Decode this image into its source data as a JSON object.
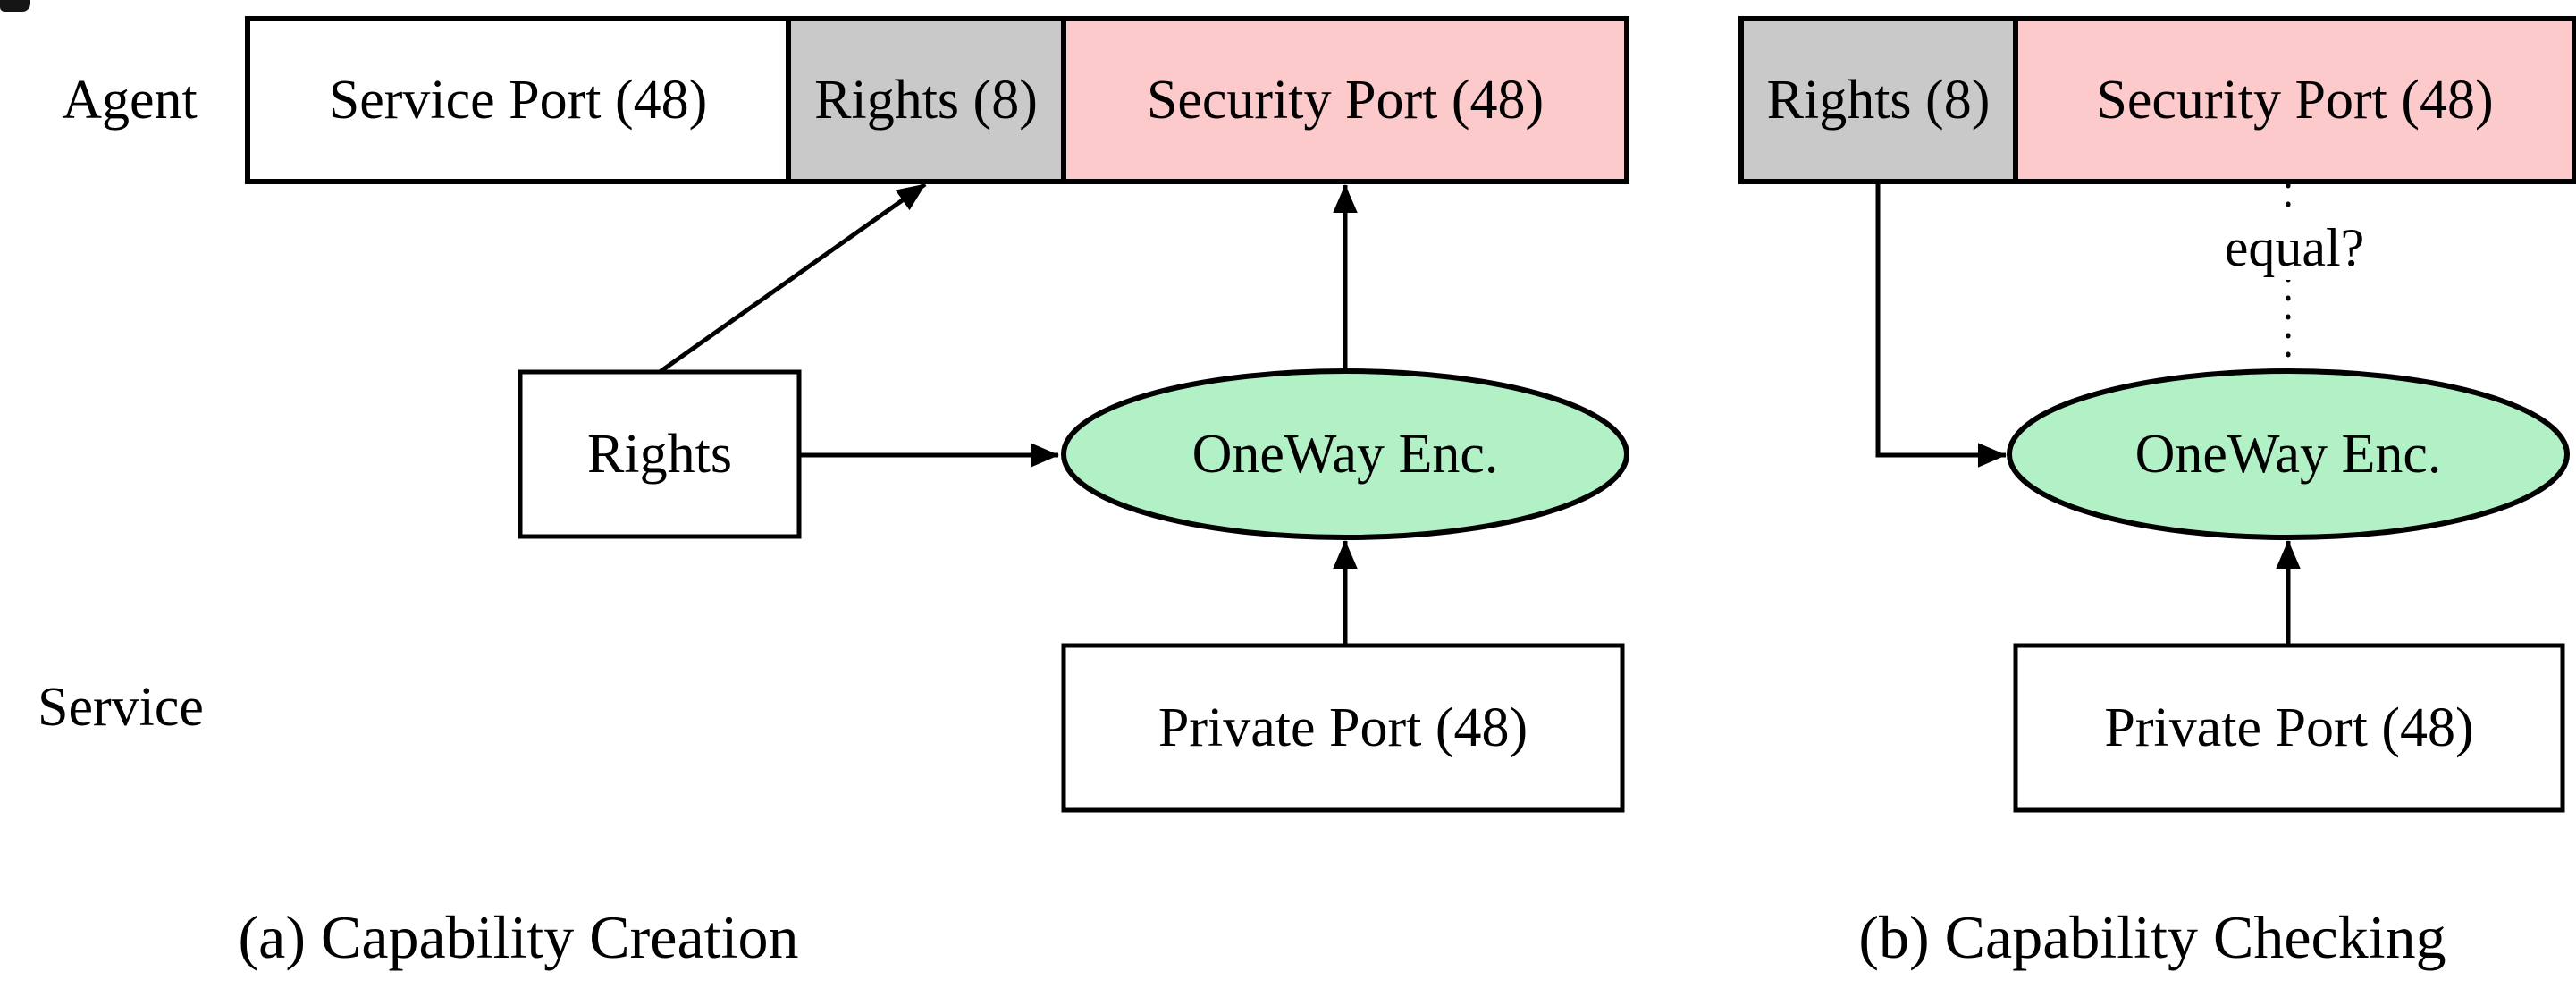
{
  "colors": {
    "white": "#ffffff",
    "segment_gray": "#c9c9c9",
    "segment_pink": "#fccacb",
    "ellipse_green": "#b2f0c6",
    "stroke": "#000000"
  },
  "row_labels": {
    "agent": "Agent",
    "service": "Service"
  },
  "left": {
    "segments": [
      {
        "label": "Service Port (48)",
        "fill": "white"
      },
      {
        "label": "Rights (8)",
        "fill": "gray"
      },
      {
        "label": "Security Port (48)",
        "fill": "pink"
      }
    ],
    "rights_box_label": "Rights",
    "oneway_label": "OneWay Enc.",
    "private_port_label": "Private Port (48)",
    "caption": "(a) Capability Creation"
  },
  "right": {
    "segments": [
      {
        "label": "Rights (8)",
        "fill": "gray"
      },
      {
        "label": "Security Port (48)",
        "fill": "pink"
      }
    ],
    "oneway_label": "OneWay Enc.",
    "private_port_label": "Private Port (48)",
    "equal_label": "equal?",
    "caption": "(b) Capability Checking"
  }
}
